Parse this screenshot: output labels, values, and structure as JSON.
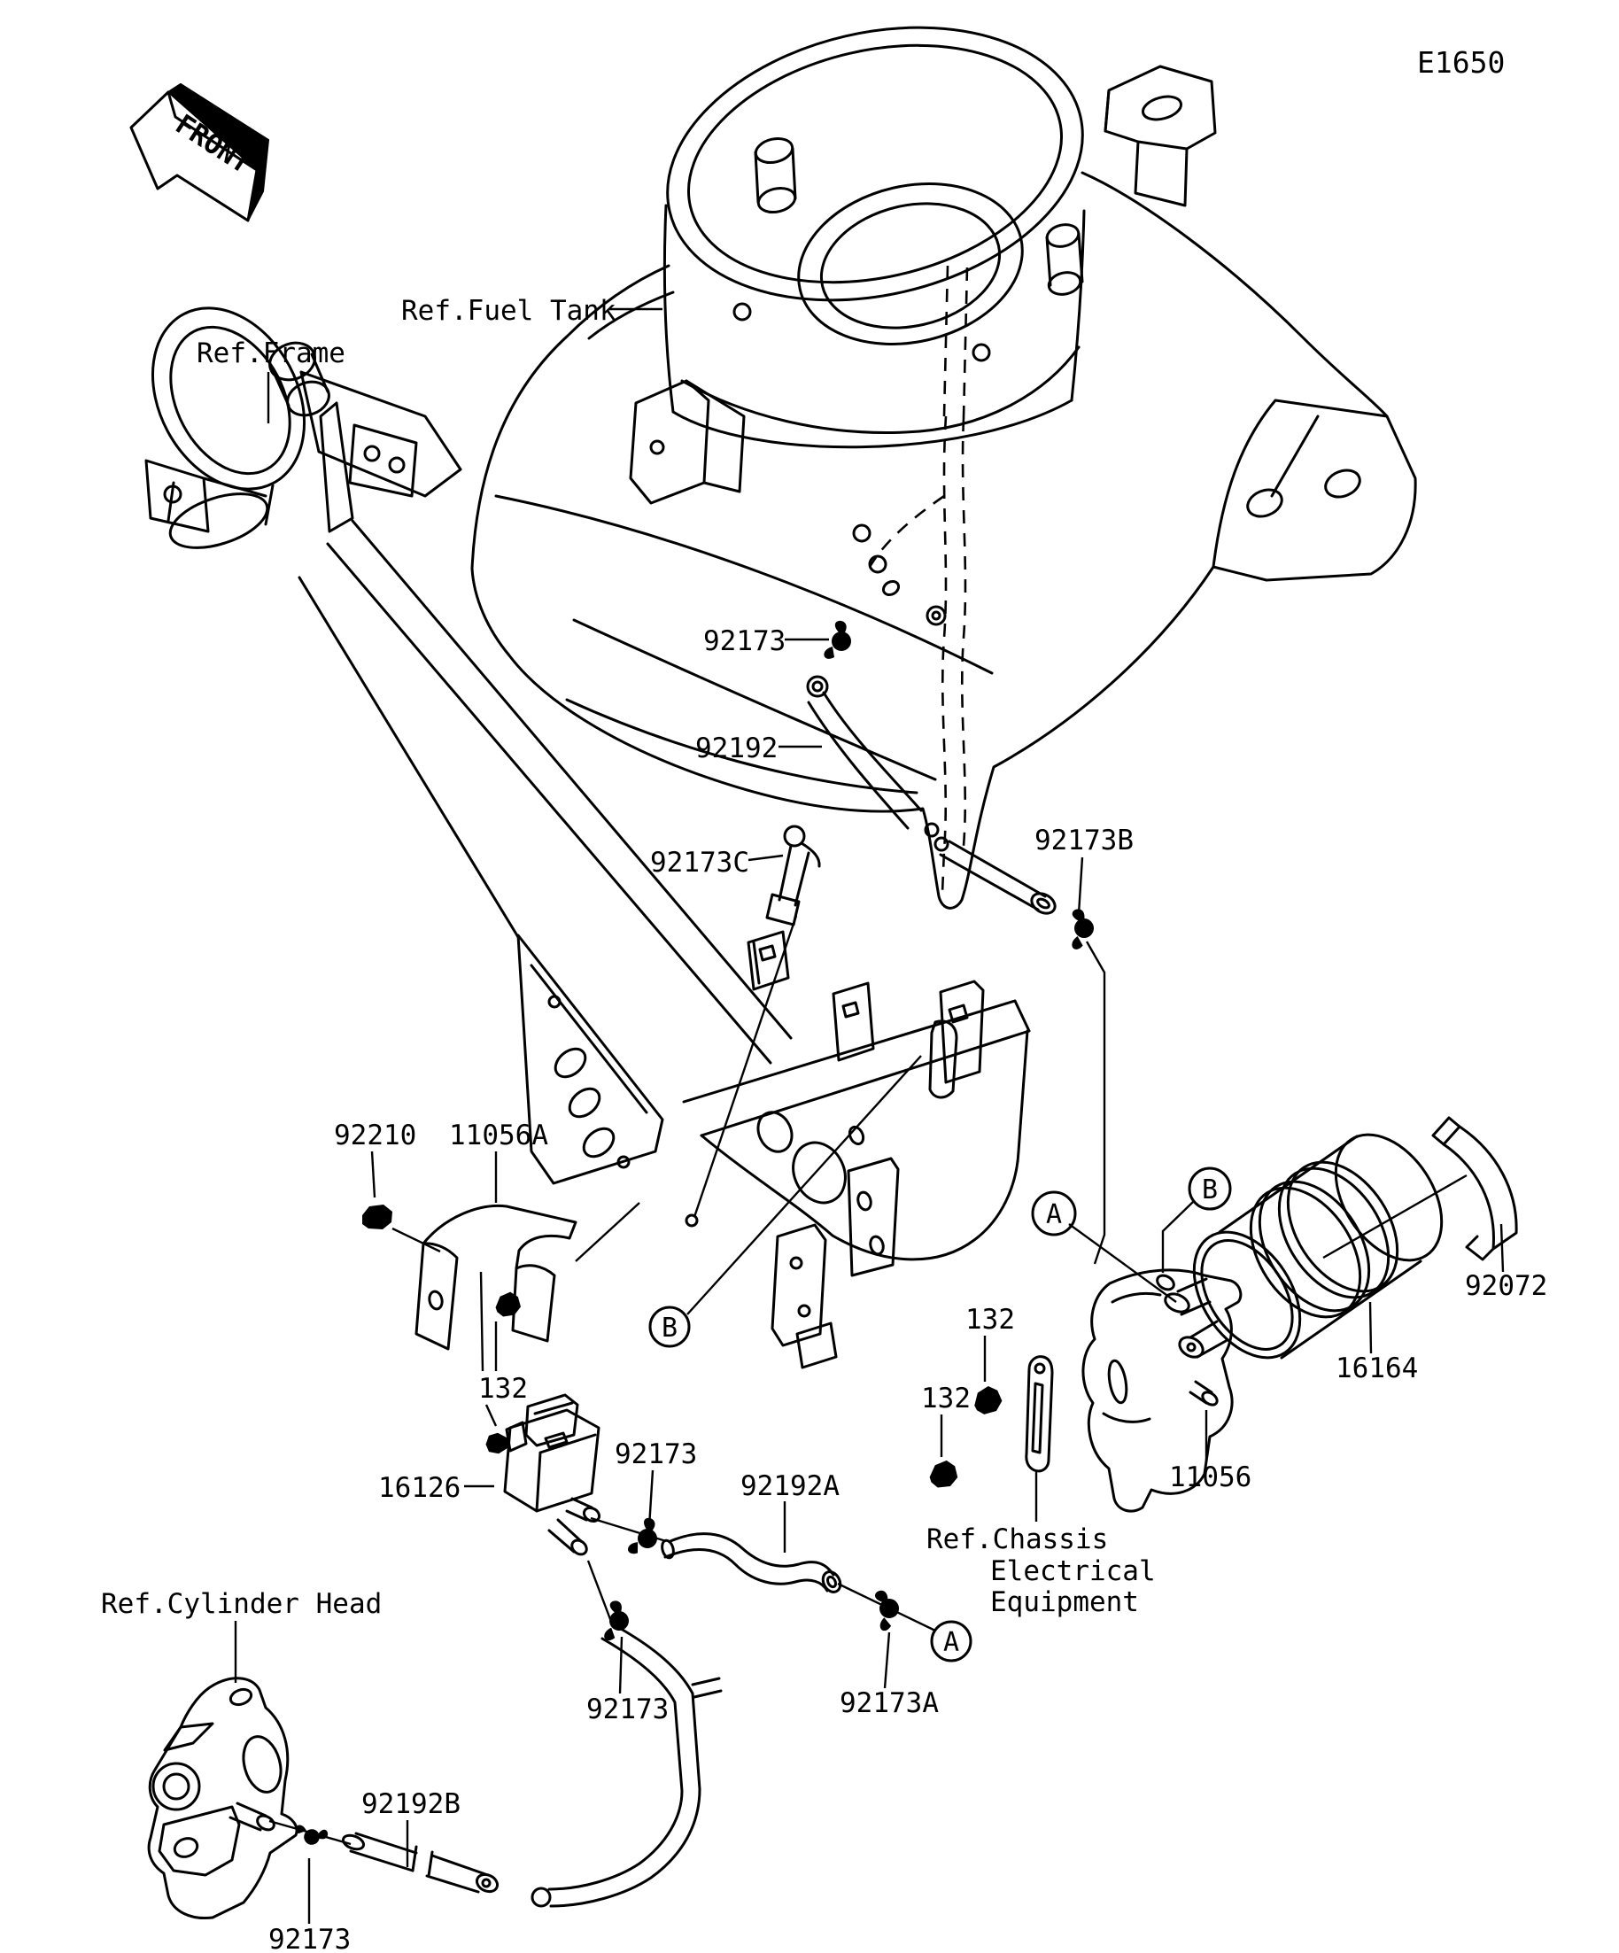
{
  "diagram": {
    "code": "E1650",
    "front_marker": "FRONT",
    "references": {
      "fuel_tank": "Ref.Fuel Tank",
      "frame": "Ref.Frame",
      "cylinder_head": "Ref.Cylinder Head",
      "chassis_line1": "Ref.Chassis",
      "chassis_line2": "Electrical",
      "chassis_line3": "Equipment"
    },
    "parts": {
      "clamp_tank": "92173",
      "hose_tank": "92192",
      "clip_c": "92173C",
      "clamp_b": "92173B",
      "nut": "92210",
      "bracket_a": "11056A",
      "bolt_left": "132",
      "valve": "16126",
      "clamp_mid": "92173",
      "hose_a": "92192A",
      "bolt_right_upper": "132",
      "bolt_right_lower": "132",
      "bracket": "11056",
      "canister": "16164",
      "band": "92072",
      "clamp_low": "92173",
      "clamp_a": "92173A",
      "hose_b": "92192B",
      "clamp_head": "92173"
    },
    "balloons": {
      "a": "A",
      "b": "B"
    }
  }
}
